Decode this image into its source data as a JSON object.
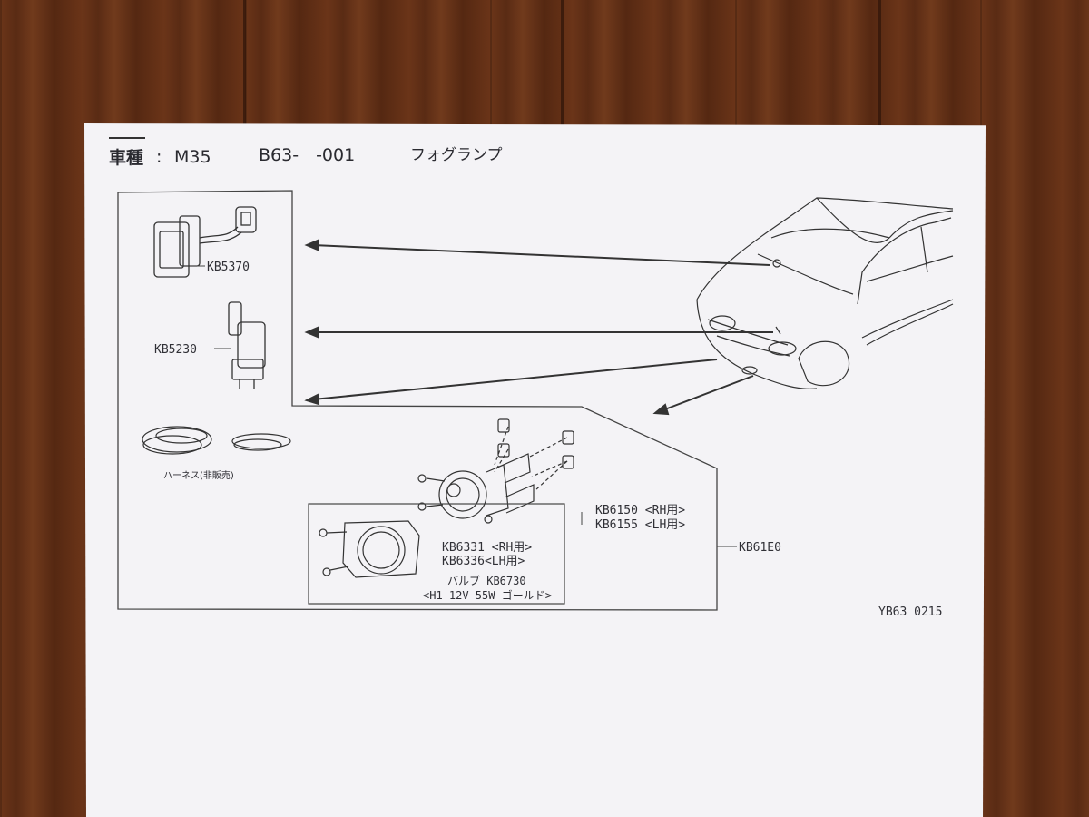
{
  "header": {
    "model_label": "車種",
    "colon": ":",
    "model": "M35",
    "code": "B63-　-001",
    "title": "フォグランプ"
  },
  "parts": {
    "switch": "KB5370",
    "relay": "KB5230",
    "harness": "ハーネス(非販売)",
    "lamp_rh": "KB6150 <RH用>",
    "lamp_lh": "KB6155 <LH用>",
    "finisher_rh": "KB6331 <RH用>",
    "finisher_lh": "KB6336<LH用>",
    "bulb_label": "バルブ KB6730",
    "bulb_spec": "<H1 12V 55W ゴールド>",
    "kit": "KB61E0"
  },
  "footer_code": "YB63 0215"
}
